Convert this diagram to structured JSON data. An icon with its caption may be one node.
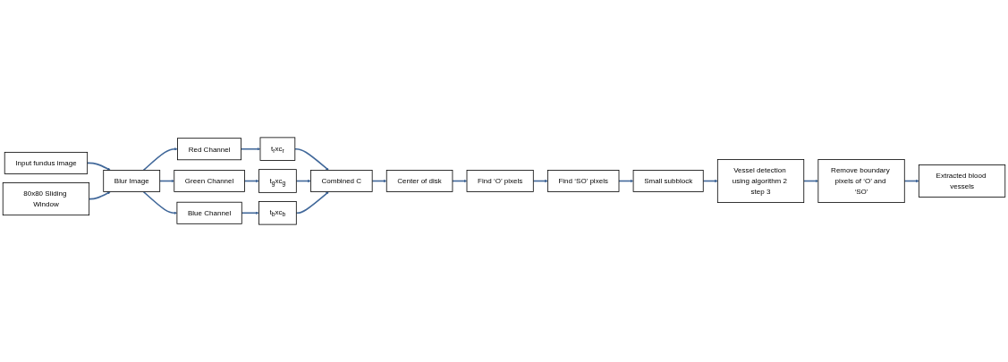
{
  "diagram": {
    "nodes": [
      {
        "text": [
          "Input fundus image"
        ]
      },
      {
        "text": [
          "Blur Image"
        ]
      },
      {
        "text": [
          "80x80 Sliding Window"
        ]
      },
      {
        "text": [
          "Red Channel"
        ]
      },
      {
        "text": [
          "Green Channel"
        ]
      },
      {
        "text": [
          "Blue Channel"
        ]
      },
      {
        "text": [
          "t$_{r}$xc$_{r}$"
        ]
      },
      {
        "text": [
          "Combined C"
        ]
      },
      {
        "text": [
          "t$_{g}$xc$_{g}$"
        ]
      },
      {
        "text": [
          "t$_{b}$xc$_{b}$"
        ]
      },
      {
        "text": [
          "Center of disk"
        ]
      },
      {
        "text": [
          "Find ‘O’ pixels"
        ]
      },
      {
        "text": [
          "Find ‘SO’ pixels"
        ]
      },
      {
        "text": [
          "Small subblock"
        ]
      },
      {
        "text": [
          "Vessel detection using algorithm 2 step 3"
        ]
      },
      {
        "text": [
          "Remove boundary pixels of ‘O’ and ‘SO’"
        ]
      },
      {
        "text": [
          "Extracted blood vessels"
        ]
      }
    ],
    "edges": [
      {
        "from": 0,
        "to": 1,
        "arrow": "to"
      },
      {
        "from": 2,
        "to": 1,
        "arrow": "to"
      },
      {
        "from": 1,
        "to": 5,
        "arrow": "to"
      },
      {
        "from": 1,
        "to": 4,
        "arrow": "to"
      },
      {
        "from": 1,
        "to": 3,
        "arrow": "to"
      },
      {
        "from": 3,
        "to": 6,
        "arrow": "to"
      },
      {
        "from": 4,
        "to": 8,
        "arrow": "to"
      },
      {
        "from": 5,
        "to": 9,
        "arrow": "to"
      },
      {
        "from": 6,
        "to": 7,
        "arrow": "to"
      },
      {
        "from": 8,
        "to": 7,
        "arrow": "to"
      },
      {
        "from": 9,
        "to": 7,
        "arrow": "to"
      },
      {
        "from": 7,
        "to": 10,
        "arrow": "to"
      },
      {
        "from": 10,
        "to": 11,
        "arrow": "to"
      },
      {
        "from": 11,
        "to": 12,
        "arrow": "to"
      },
      {
        "from": 12,
        "to": 13,
        "arrow": "to"
      },
      {
        "from": 13,
        "to": 14,
        "arrow": "to"
      },
      {
        "from": 14,
        "to": 15,
        "arrow": "to"
      },
      {
        "from": 15,
        "to": 16,
        "arrow": "to"
      }
    ]
  }
}
